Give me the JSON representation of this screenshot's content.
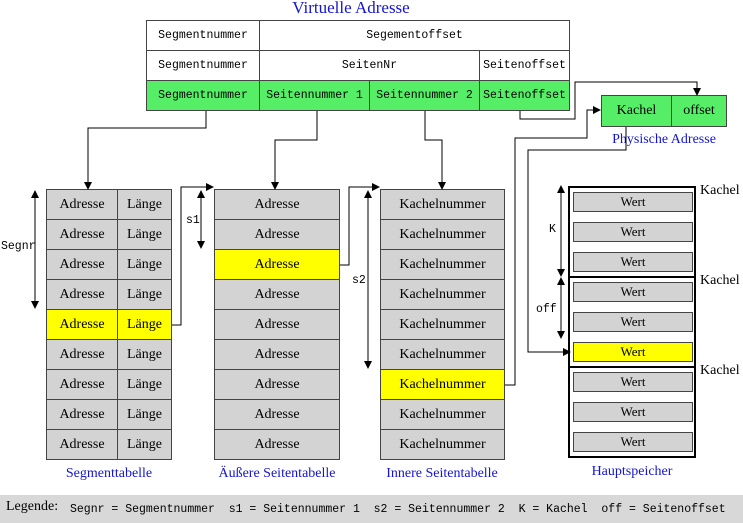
{
  "title": "Virtuelle Adresse",
  "virtual_address": {
    "row1": [
      "Segmentnummer",
      "Segementoffset"
    ],
    "row2": [
      "Segmentnummer",
      "SeitenNr",
      "Seitenoffset"
    ],
    "row3": [
      "Segmentnummer",
      "Seitennummer 1",
      "Seitennummer 2",
      "Seitenoffset"
    ]
  },
  "physical_address": {
    "cells": [
      "Kachel",
      "offset"
    ],
    "label": "Physische Adresse"
  },
  "segment_table": {
    "label": "Segmenttabelle",
    "col1": "Adresse",
    "col2": "Länge",
    "rows": 9,
    "highlight_row": 4,
    "side_label": "Segnr"
  },
  "outer_table": {
    "label": "Äußere Seitentabelle",
    "cell": "Adresse",
    "rows": 9,
    "highlight_row": 2,
    "side_label": "s1"
  },
  "inner_table": {
    "label": "Innere Seitentabelle",
    "cell": "Kachelnummer",
    "rows": 9,
    "highlight_row": 6,
    "side_label": "s2"
  },
  "memory": {
    "label": "Hauptspeicher",
    "cell": "Wert",
    "groups": 3,
    "per_group": 3,
    "highlight_group": 1,
    "highlight_index": 2,
    "kachel_label": "Kachel",
    "k_label": "K",
    "off_label": "off"
  },
  "legend": {
    "title": "Legende:",
    "text": "Segnr = Segmentnummer  s1 = Seitennummer 1  s2 = Seitennummer 2  K = Kachel  off = Seitenoffset"
  },
  "colors": {
    "green": "#55ee66",
    "yellow": "#ffff00",
    "grey": "#d3d3d3",
    "blue": "#1515d0"
  }
}
